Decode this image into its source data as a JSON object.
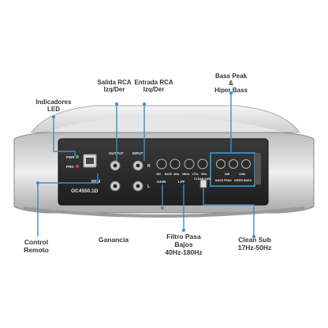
{
  "callouts": {
    "salida_rca": "Salida RCA\nIzq/Der",
    "entrada_rca": "Entrada RCA\nIzq/Der",
    "bass_peak": "Bass Peak\n&\nHiper Bass",
    "indicadores_led": "Indicadores\nLED",
    "control_remoto": "Control\nRemoto",
    "ganancia": "Ganancia",
    "filtro_pasa_bajos": "Filtro Pasa\nBajos\n40Hz-180Hz",
    "clean_sub": "Clean Sub\n17Hz-50Hz"
  },
  "panel": {
    "pwr": "PWR",
    "pro": "PRO",
    "rem": "REM",
    "model": "OC4550.1D",
    "output": "OUTPUT",
    "input": "INPUT",
    "r": "R",
    "l": "L",
    "knob_labels": [
      "40H",
      "BASS",
      "40Hz",
      "180Hz",
      "17Hz",
      "50Hz",
      "0dB",
      "12dB"
    ],
    "gain": "GAIN",
    "lpf": "LPF",
    "clean": "CLEAN\nSUB",
    "bass_peak": "BASS\nPEAK",
    "hiper_bass": "HIPER\nBASS"
  },
  "colors": {
    "accent": "#3a8fc9",
    "panel": "#2a2a2a",
    "chassis": "#d9d9d9"
  }
}
